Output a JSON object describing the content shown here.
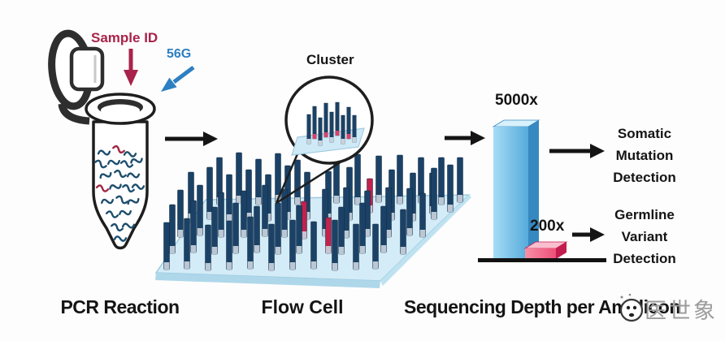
{
  "stages": {
    "pcr": {
      "label": "PCR Reaction",
      "sample_id_label": "Sample ID",
      "kit_label": "56G"
    },
    "flow_cell": {
      "label": "Flow Cell",
      "cluster_label": "Cluster"
    }
  },
  "outputs": {
    "somatic": {
      "lines": [
        "Somatic",
        "Mutation",
        "Detection"
      ]
    },
    "germline": {
      "lines": [
        "Germline",
        "Variant",
        "Detection"
      ]
    }
  },
  "watermark": {
    "text": "医世象"
  },
  "chart_data": {
    "type": "bar",
    "title": "Sequencing Depth per Amplicon",
    "categories": [
      "Somatic Mutation Detection",
      "Germline Variant Detection"
    ],
    "values": [
      5000,
      200
    ],
    "value_labels": [
      "5000x",
      "200x"
    ],
    "bar_colors": [
      "#56abdb",
      "#ee4f78"
    ],
    "baseline": true,
    "legend": "none"
  },
  "colors": {
    "accent_crimson": "#a8234a",
    "accent_blue": "#2d7fc1",
    "ink": "#141414",
    "navy_bar": "#1b4266",
    "navy_bar_dark": "#0e2741",
    "red_bar": "#c0234d",
    "bar_tip": "#c9d3dc",
    "red_tip": "#d8436b",
    "flow_cell_top": "#d4ecf7",
    "flow_cell_edge": "#aed7ea",
    "squiggle_teal": "#1d4e6e",
    "squiggle_red": "#a12643",
    "chart": {
      "front_light": [
        "#a6dcf5",
        "#f78fa6"
      ],
      "front_dark": [
        "#56abdb",
        "#ee4f78"
      ],
      "top": [
        "#d8f1fc",
        "#f9bfce"
      ],
      "side": [
        "#3688c0",
        "#c21d4e"
      ]
    },
    "watermark_gray": "#9c9c9c"
  },
  "flow_cell_bars": [
    [
      270,
      252,
      58,
      0
    ],
    [
      294,
      250,
      62,
      0
    ],
    [
      318,
      252,
      56,
      0
    ],
    [
      342,
      249,
      60,
      0
    ],
    [
      366,
      252,
      55,
      0
    ],
    [
      414,
      250,
      58,
      0
    ],
    [
      440,
      252,
      62,
      0
    ],
    [
      466,
      249,
      57,
      0
    ],
    [
      492,
      251,
      60,
      0
    ],
    [
      518,
      250,
      56,
      0
    ],
    [
      543,
      252,
      58,
      0
    ],
    [
      566,
      249,
      55,
      0
    ],
    [
      554,
      261,
      58,
      0
    ],
    [
      532,
      263,
      50,
      0
    ],
    [
      235,
      272,
      60,
      0
    ],
    [
      258,
      270,
      64,
      0
    ],
    [
      282,
      273,
      58,
      0
    ],
    [
      306,
      271,
      62,
      0
    ],
    [
      330,
      272,
      57,
      0
    ],
    [
      354,
      270,
      66,
      0
    ],
    [
      378,
      270,
      58,
      0
    ],
    [
      404,
      272,
      61,
      0
    ],
    [
      430,
      271,
      65,
      0
    ],
    [
      455,
      262,
      42,
      1
    ],
    [
      482,
      271,
      62,
      0
    ],
    [
      508,
      272,
      59,
      0
    ],
    [
      534,
      270,
      63,
      0
    ],
    [
      222,
      292,
      58,
      0
    ],
    [
      246,
      290,
      62,
      0
    ],
    [
      272,
      292,
      55,
      0
    ],
    [
      300,
      292,
      57,
      0
    ],
    [
      326,
      291,
      63,
      0
    ],
    [
      350,
      292,
      59,
      0
    ],
    [
      374,
      294,
      46,
      1
    ],
    [
      400,
      291,
      58,
      0
    ],
    [
      426,
      293,
      62,
      0
    ],
    [
      452,
      291,
      56,
      0
    ],
    [
      478,
      292,
      61,
      0
    ],
    [
      504,
      290,
      58,
      0
    ],
    [
      520,
      292,
      54,
      0
    ],
    [
      212,
      312,
      60,
      0
    ],
    [
      238,
      311,
      64,
      0
    ],
    [
      264,
      313,
      58,
      0
    ],
    [
      290,
      312,
      62,
      0
    ],
    [
      316,
      311,
      57,
      0
    ],
    [
      342,
      313,
      63,
      0
    ],
    [
      368,
      312,
      59,
      0
    ],
    [
      404,
      312,
      44,
      1
    ],
    [
      420,
      313,
      58,
      0
    ],
    [
      446,
      312,
      62,
      0
    ],
    [
      472,
      311,
      57,
      0
    ],
    [
      496,
      313,
      55,
      0
    ],
    [
      205,
      332,
      58,
      0
    ],
    [
      230,
      331,
      62,
      0
    ],
    [
      256,
      333,
      56,
      0
    ],
    [
      282,
      332,
      60,
      0
    ],
    [
      308,
      331,
      64,
      0
    ],
    [
      334,
      333,
      57,
      0
    ],
    [
      360,
      332,
      61,
      0
    ],
    [
      386,
      331,
      58,
      0
    ],
    [
      412,
      333,
      62,
      0
    ],
    [
      438,
      332,
      56,
      0
    ],
    [
      462,
      331,
      55,
      0
    ]
  ],
  "cluster_bars": [
    [
      380,
      177,
      36,
      0
    ],
    [
      387,
      171,
      40,
      1
    ],
    [
      394,
      179,
      34,
      0
    ],
    [
      401,
      169,
      42,
      1
    ],
    [
      408,
      175,
      37,
      0
    ],
    [
      415,
      167,
      41,
      1
    ],
    [
      422,
      177,
      35,
      0
    ],
    [
      429,
      171,
      39,
      1
    ],
    [
      436,
      175,
      33,
      0
    ]
  ],
  "tube_squiggles": [
    [
      128,
      188,
      -10,
      0
    ],
    [
      146,
      184,
      15,
      1
    ],
    [
      160,
      190,
      -5,
      0
    ],
    [
      124,
      202,
      20,
      0
    ],
    [
      140,
      200,
      -15,
      0
    ],
    [
      156,
      202,
      10,
      0
    ],
    [
      168,
      198,
      -20,
      0
    ],
    [
      130,
      216,
      -25,
      0
    ],
    [
      148,
      214,
      15,
      0
    ],
    [
      164,
      216,
      -10,
      0
    ],
    [
      126,
      232,
      10,
      1
    ],
    [
      142,
      230,
      -20,
      0
    ],
    [
      158,
      232,
      15,
      0
    ],
    [
      170,
      230,
      -5,
      0
    ],
    [
      132,
      248,
      -15,
      0
    ],
    [
      150,
      246,
      20,
      0
    ],
    [
      164,
      248,
      -25,
      0
    ],
    [
      138,
      264,
      10,
      0
    ],
    [
      154,
      262,
      -15,
      0
    ],
    [
      144,
      280,
      15,
      0
    ],
    [
      158,
      278,
      -10,
      0
    ],
    [
      148,
      294,
      -5,
      0
    ]
  ]
}
